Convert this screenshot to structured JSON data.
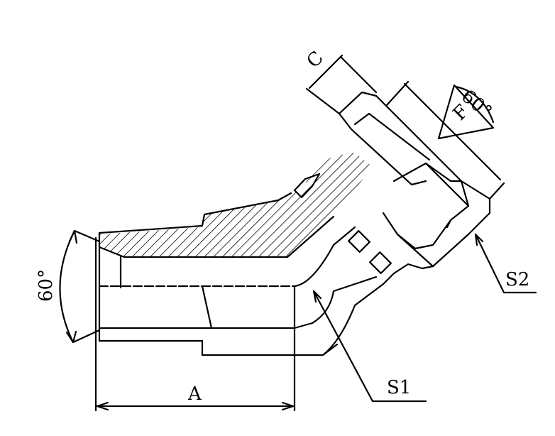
{
  "labels": {
    "a": "A",
    "c": "C",
    "f": "F",
    "s1": "S1",
    "s2": "S2",
    "angle_left": "60°",
    "angle_right": "60°"
  },
  "colors": {
    "line": "#000000",
    "background": "#ffffff"
  }
}
